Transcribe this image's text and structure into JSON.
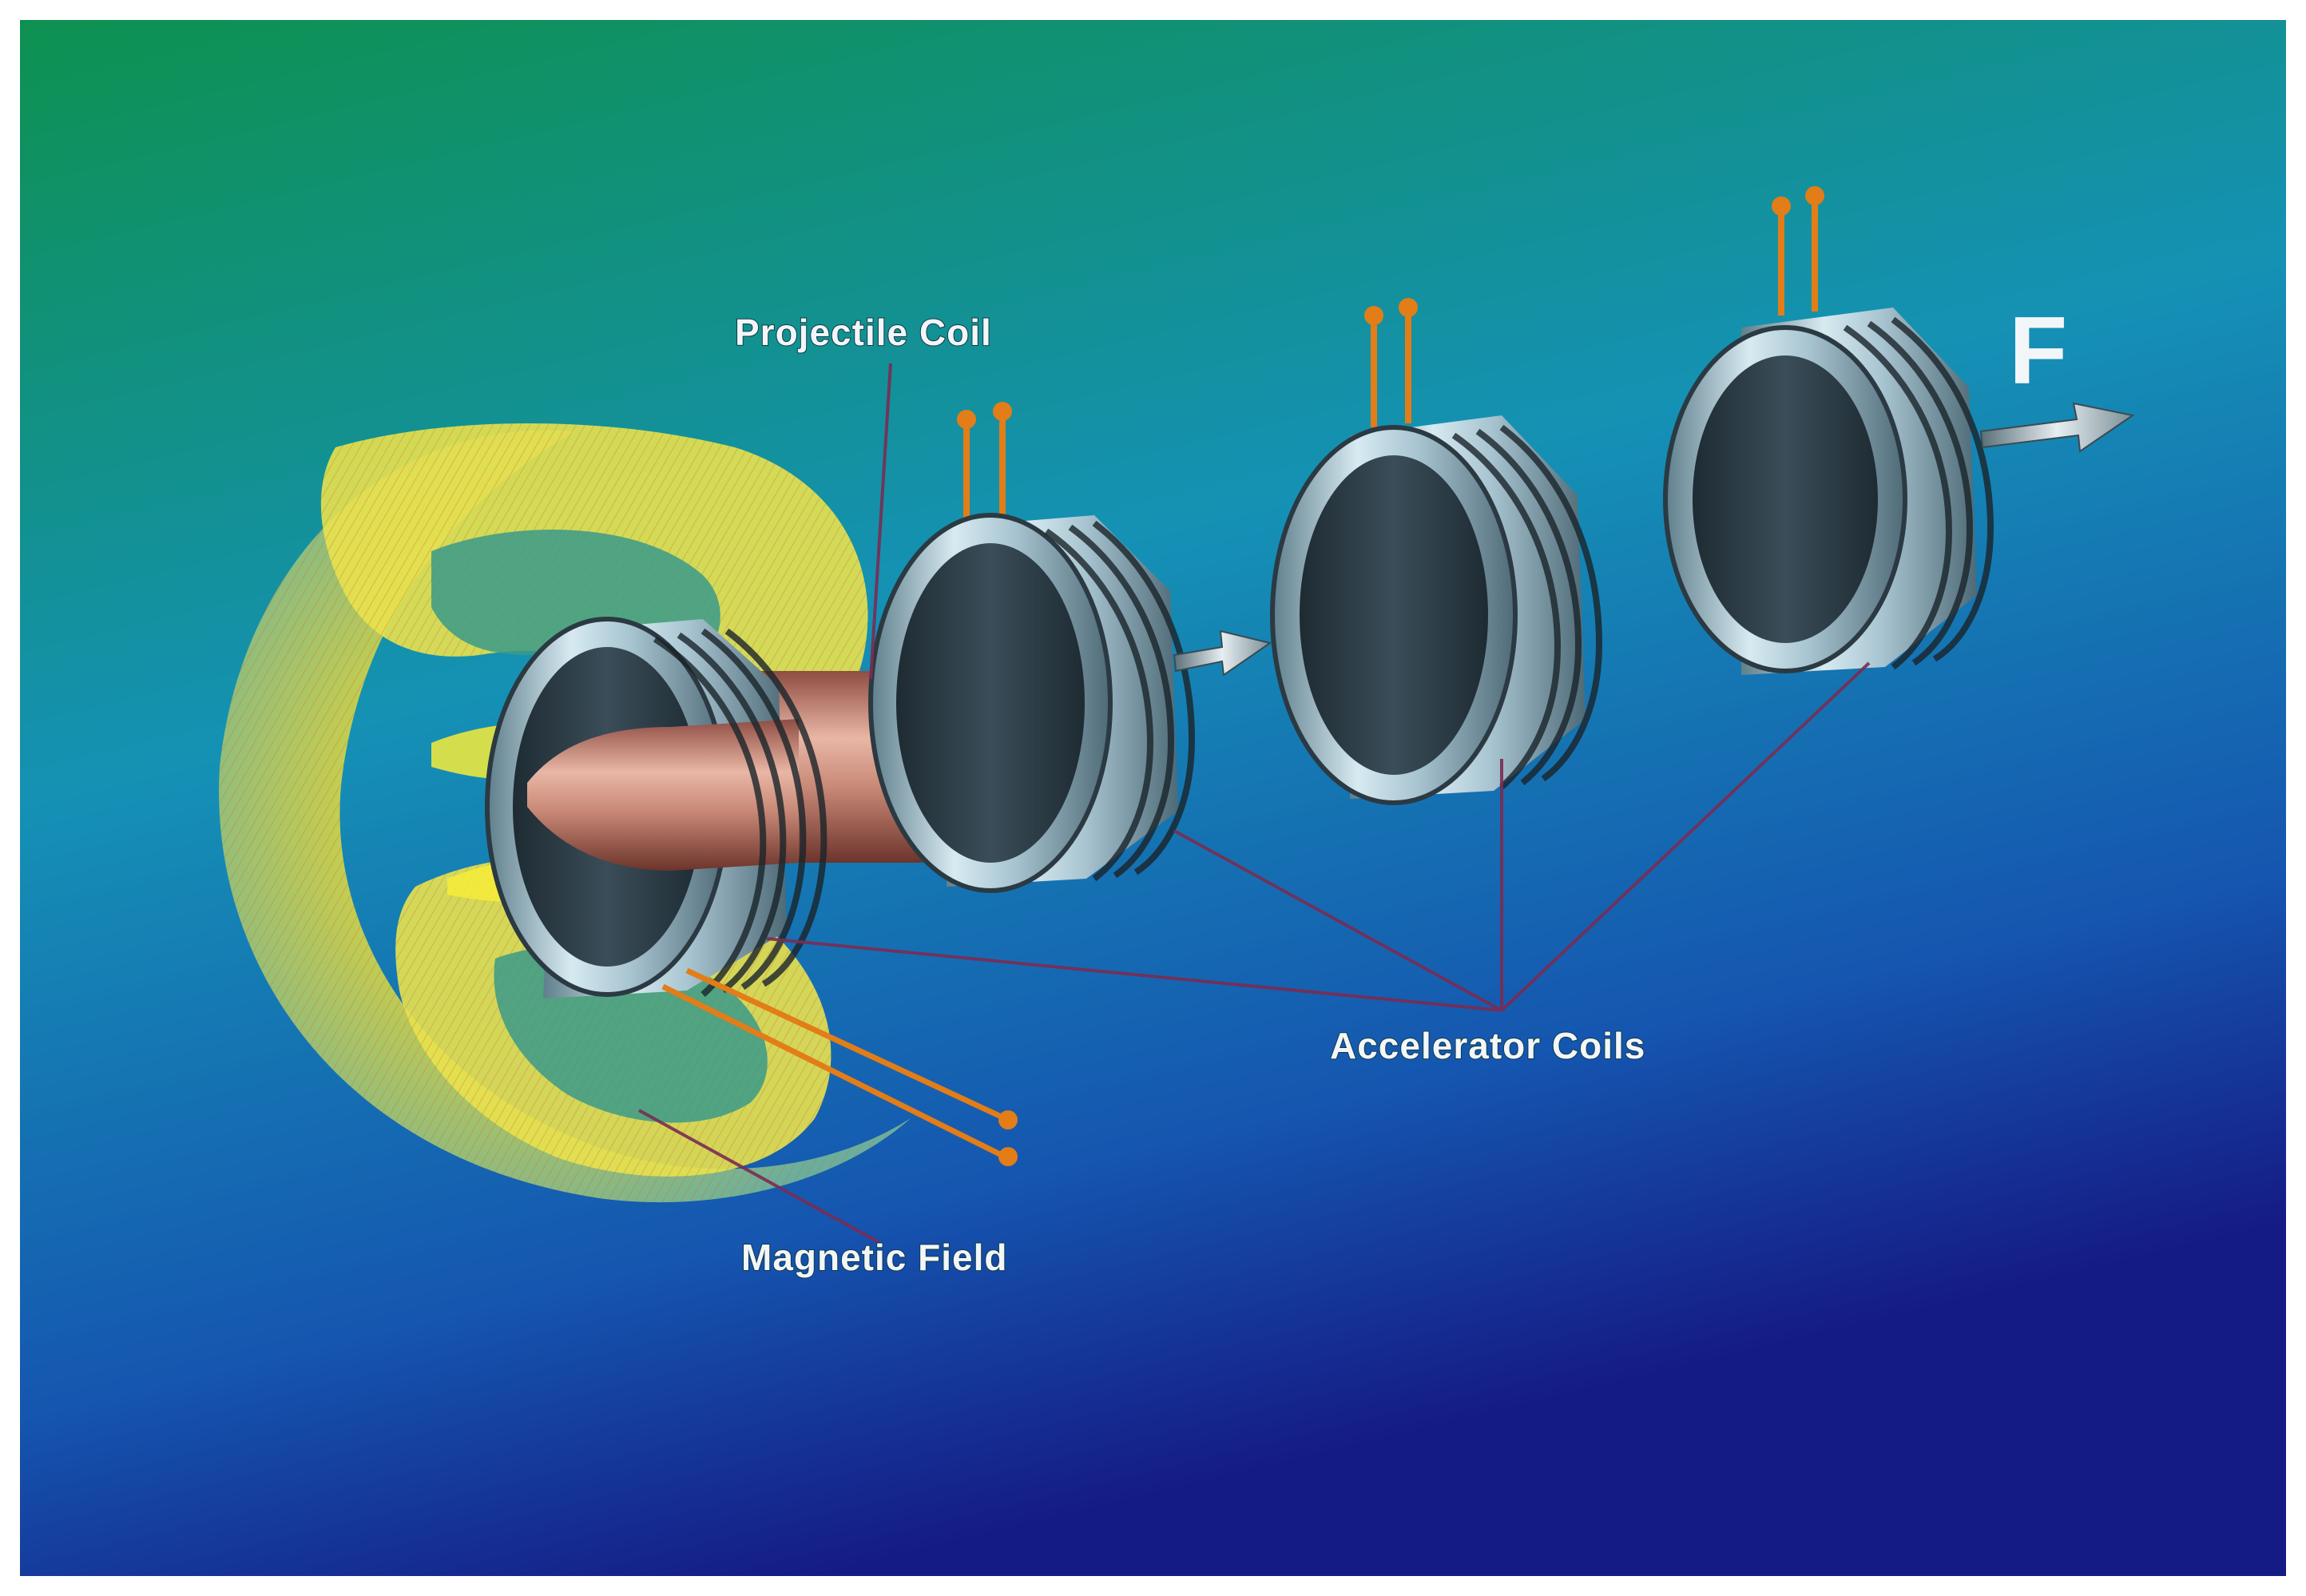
{
  "diagram": {
    "labels": {
      "projectile_coil": "Projectile Coil",
      "accelerator_coils": "Accelerator Coils",
      "magnetic_field": "Magnetic Field",
      "force": "F"
    },
    "colors": {
      "background_top": "#0e9150",
      "background_mid": "#1591b5",
      "background_bottom": "#151b85",
      "coil_steel": "#b9d3de",
      "field_yellow": "#e6e24a",
      "field_orange": "#d8622a",
      "projectile_copper": "#c98a78",
      "wire_orange": "#e27d18",
      "leader_line": "#7a2c52",
      "label_text": "#f2f6f8"
    },
    "components": [
      "projectile-coil",
      "accelerator-coil-1",
      "accelerator-coil-2",
      "accelerator-coil-3",
      "magnetic-field",
      "force-arrow"
    ]
  }
}
